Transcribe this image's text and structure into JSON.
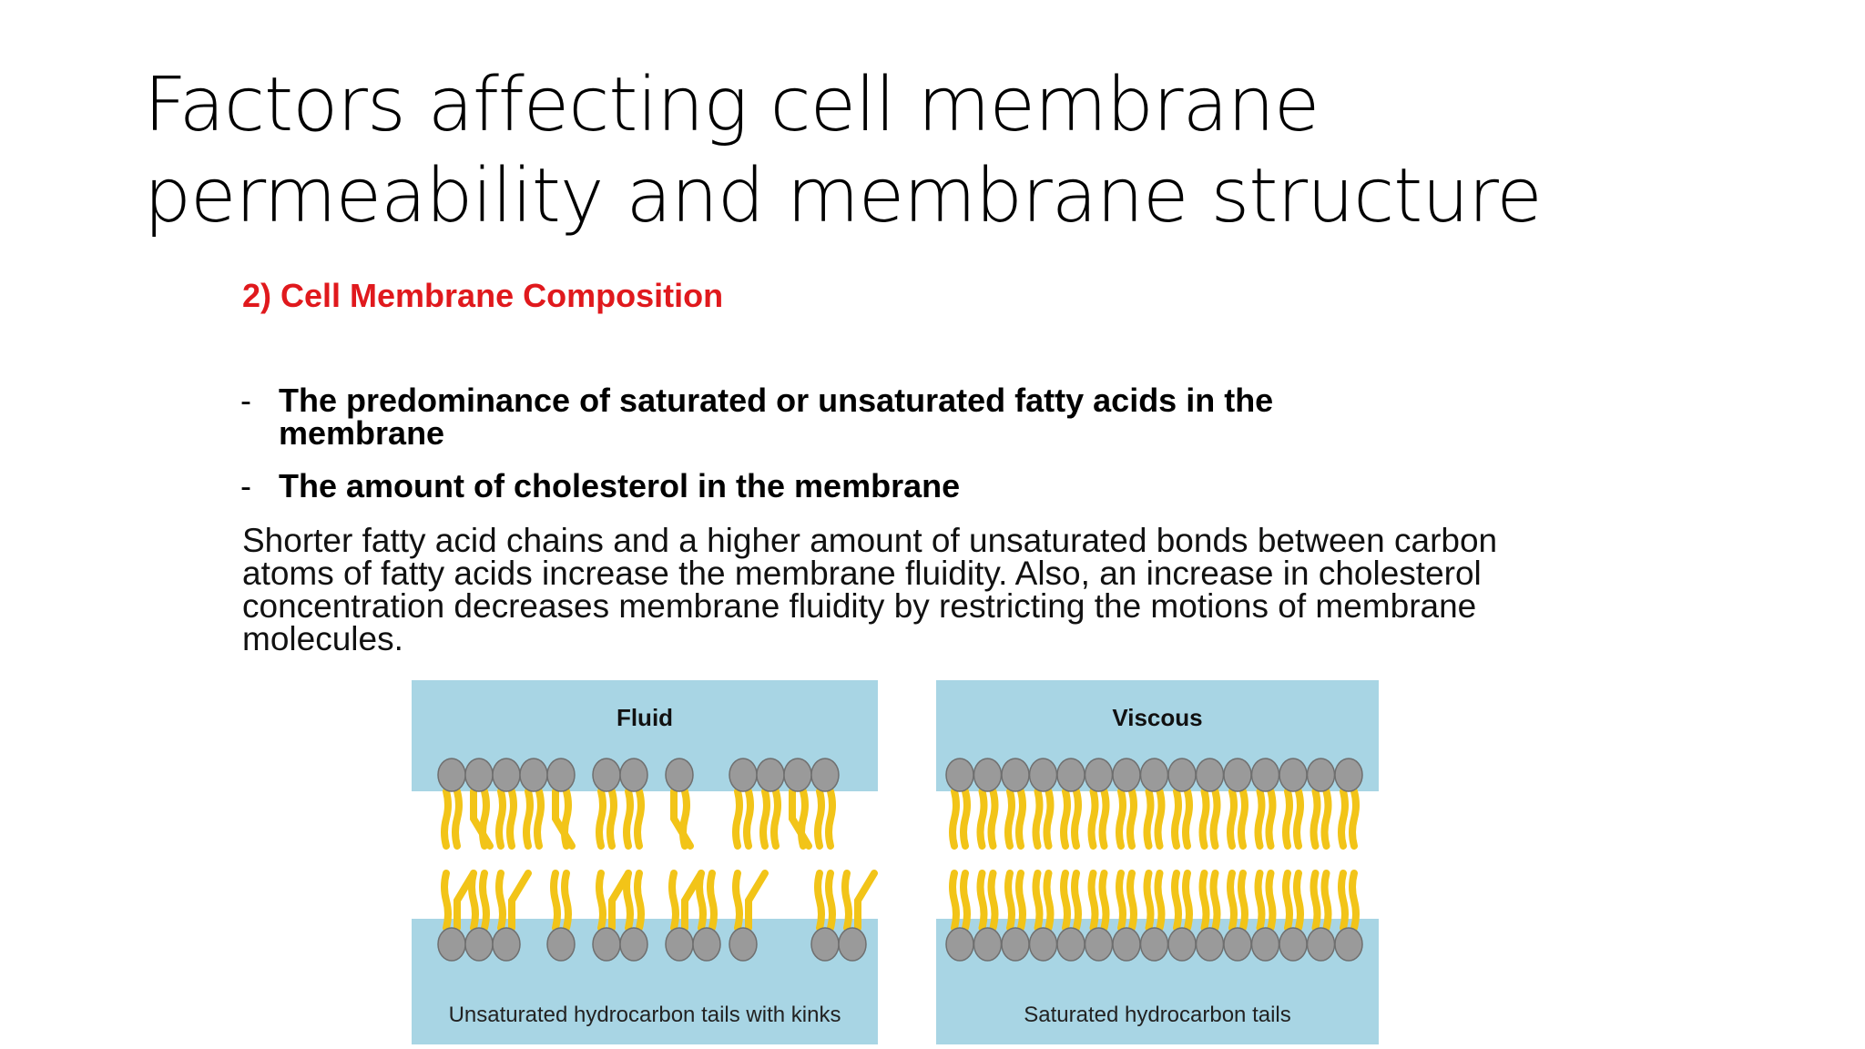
{
  "slide": {
    "title": "Factors affecting cell membrane permeability and membrane structure",
    "section_heading": "2) Cell Membrane Composition",
    "bullets": [
      "The predominance of saturated or unsaturated fatty acids in the membrane",
      "The amount of cholesterol in the membrane"
    ],
    "bullet_marker": "-",
    "paragraph": "Shorter fatty acid chains and a higher amount of unsaturated bonds between carbon atoms of fatty acids increase the membrane fluidity. Also, an increase in cholesterol concentration decreases membrane fluidity by restricting the motions of membrane molecules."
  },
  "figures": {
    "fluid": {
      "title": "Fluid",
      "caption": "Unsaturated hydrocarbon tails with kinks"
    },
    "viscous": {
      "title": "Viscous",
      "caption": "Saturated hydrocarbon tails"
    }
  },
  "colors": {
    "heading_red": "#e0191d",
    "water_blue": "#a8d5e4",
    "tail_yellow": "#f2c418",
    "head_gray": "#9a9a9a"
  }
}
